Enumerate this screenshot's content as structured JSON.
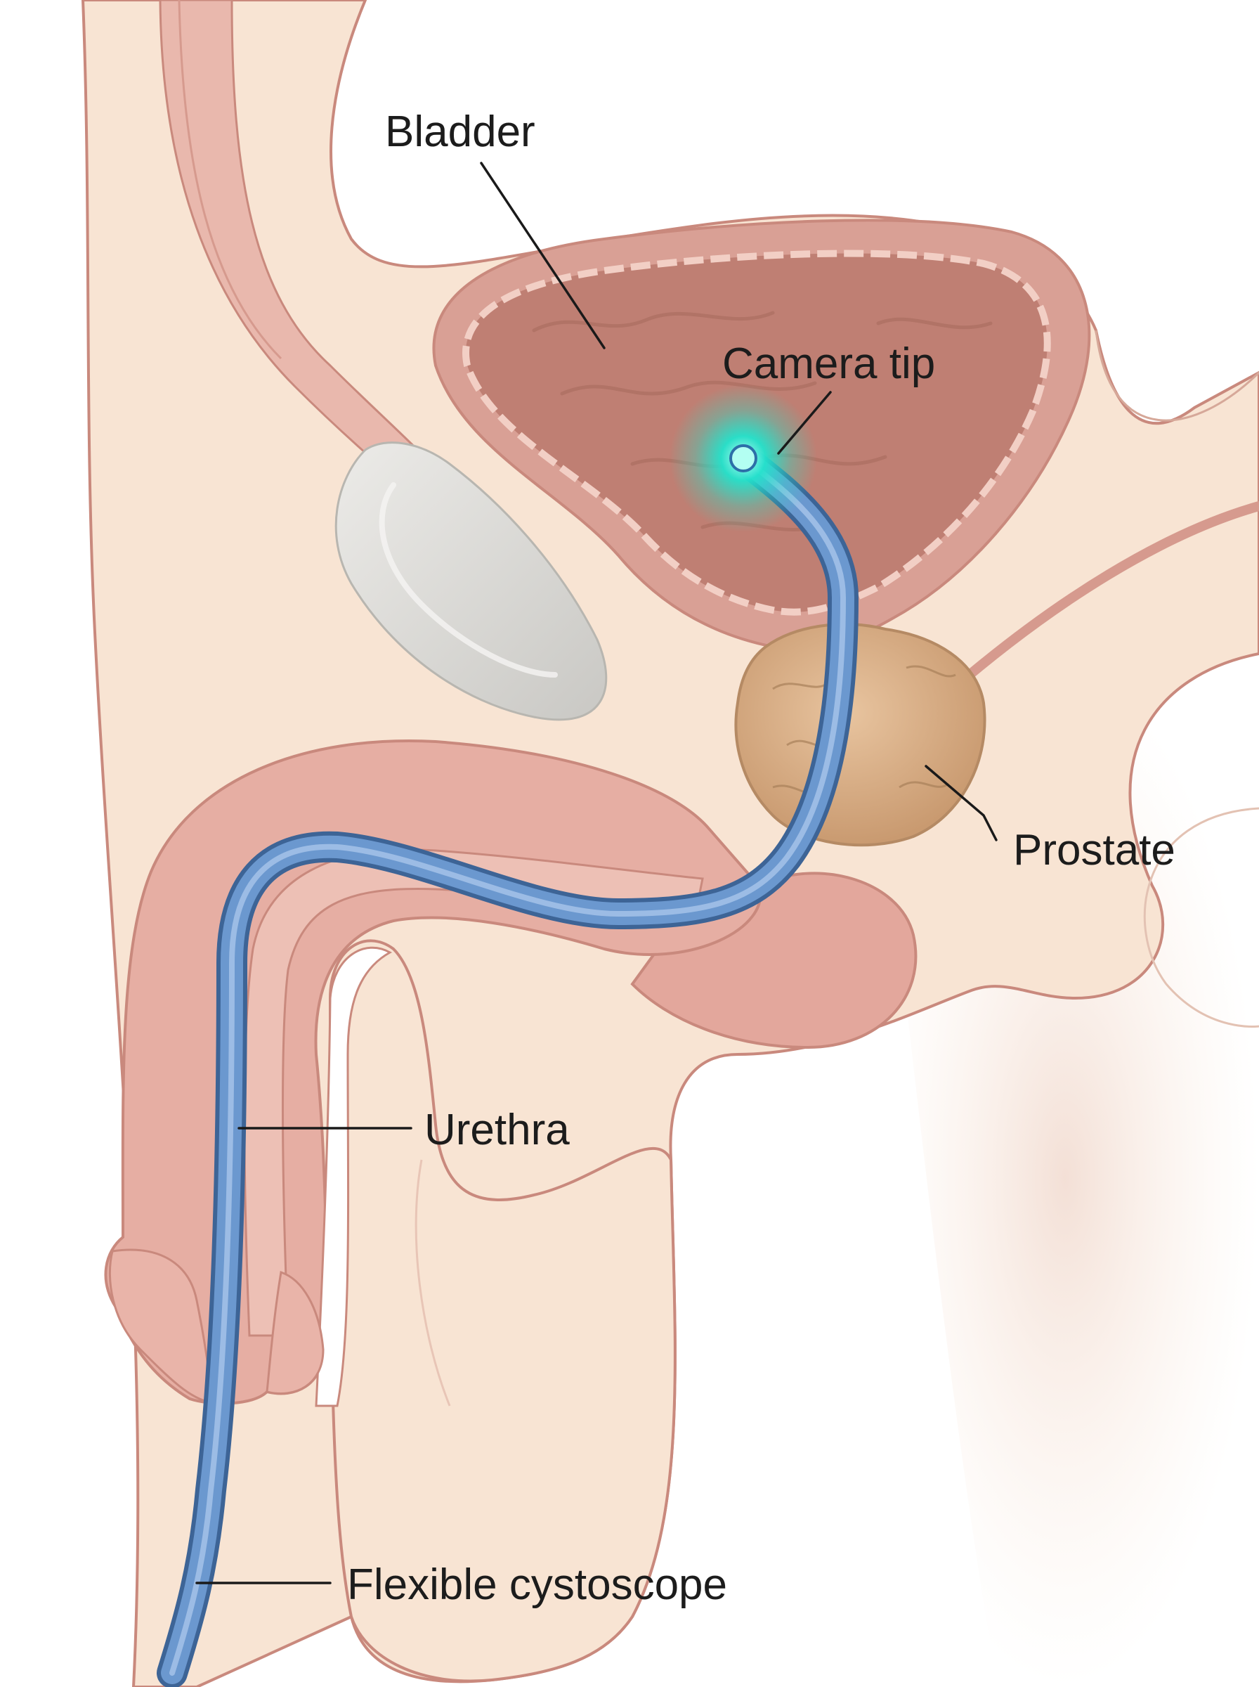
{
  "labels": {
    "bladder": "Bladder",
    "camera_tip": "Camera tip",
    "prostate": "Prostate",
    "urethra": "Urethra",
    "cystoscope": "Flexible cystoscope"
  },
  "colors": {
    "background": "#ffffff",
    "skin": "#f8e4d3",
    "outline": "#c9897d",
    "muscle": "#e3a79c",
    "bladder_wall": "#d49a90",
    "bladder_lumen": "#bb7b6f",
    "prostate": "#d9ae86",
    "bone": "#d6d5d2",
    "scope": "#5f8ec6",
    "scope_dark": "#3d6496",
    "glow": "#22e3cc"
  }
}
